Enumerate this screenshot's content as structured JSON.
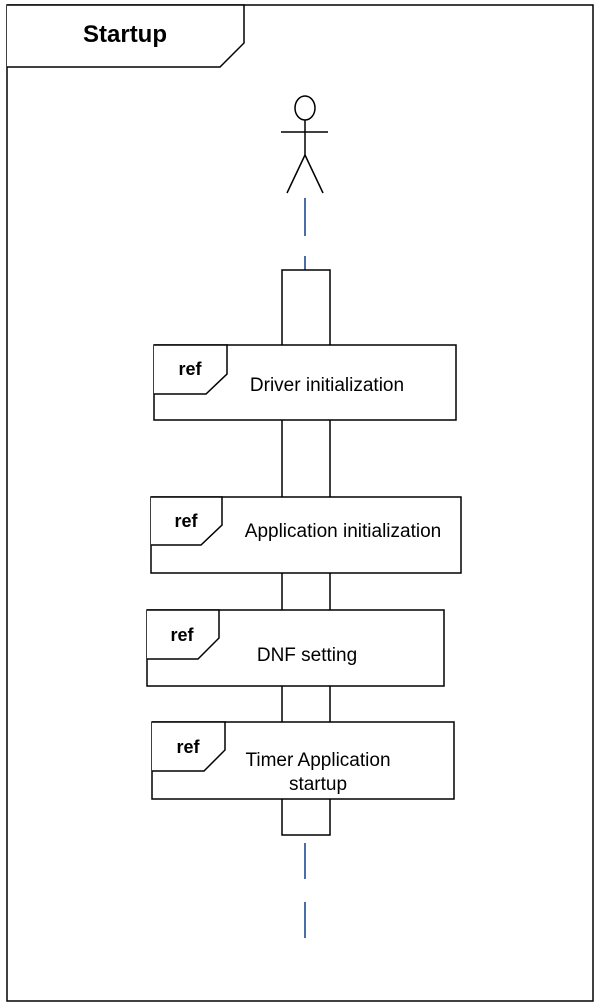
{
  "frame": {
    "title": "Startup"
  },
  "colors": {
    "lifeline_dash": "#4a6ea5",
    "stroke": "#000000",
    "background": "#ffffff"
  },
  "refs": [
    {
      "tag": "ref",
      "label_lines": [
        "Driver initialization"
      ]
    },
    {
      "tag": "ref",
      "label_lines": [
        "Application initialization"
      ]
    },
    {
      "tag": "ref",
      "label_lines": [
        "DNF setting"
      ]
    },
    {
      "tag": "ref",
      "label_lines": [
        "Timer Application",
        "startup"
      ]
    }
  ]
}
